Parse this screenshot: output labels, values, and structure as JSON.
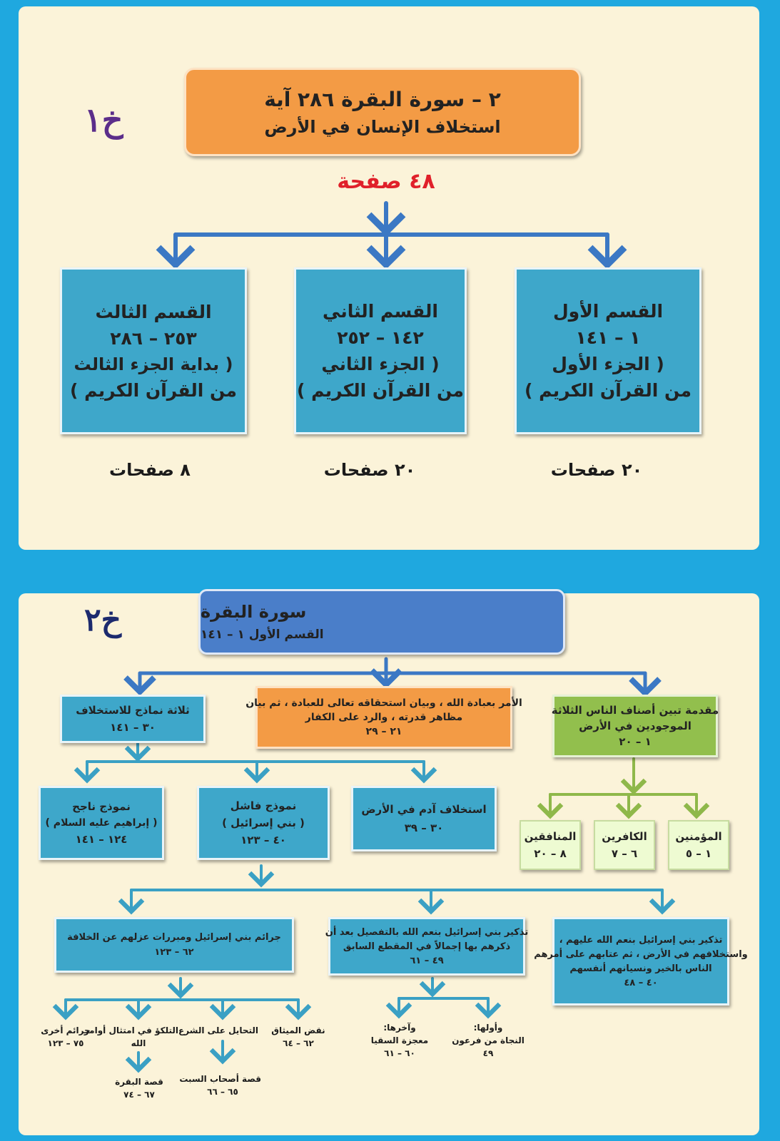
{
  "chart1": {
    "tag": "خ١",
    "title_line1": "٢ – سورة البقرة ٢٨٦ آية",
    "title_line2": "استخلاف الإنسان في الأرض",
    "pages_total": "٤٨ صفحة",
    "sections": [
      {
        "name": "القسم الأول",
        "range": "١ – ١٤١",
        "part": "( الجزء الأول",
        "quran": "من القرآن الكريم )",
        "pages": "٢٠ صفحات"
      },
      {
        "name": "القسم الثاني",
        "range": "١٤٢ – ٢٥٢",
        "part": "( الجزء الثاني",
        "quran": "من القرآن الكريم )",
        "pages": "٢٠ صفحات"
      },
      {
        "name": "القسم الثالث",
        "range": "٢٥٣ – ٢٨٦",
        "part": "( بداية الجزء الثالث",
        "quran": "من القرآن الكريم )",
        "pages": "٨ صفحات"
      }
    ]
  },
  "chart2": {
    "tag": "خ٢",
    "title_line1": "سورة البقرة",
    "title_line2": "القسم الأول ١ – ١٤١",
    "intro": {
      "line1": "مقدمة تبين أصناف الناس الثلاثة",
      "line2": "الموجودين في الأرض",
      "range": "١ – ٢٠"
    },
    "command": {
      "line1": "الأمر بعبادة الله ، وبيان استحقاقه تعالى للعبادة ، ثم بيان",
      "line2": "مظاهر قدرته ، والرد على الكفار",
      "range": "٢١ – ٢٩"
    },
    "models": {
      "line1": "ثلاثة نماذج للاستخلاف",
      "range": "٣٠ – ١٤١"
    },
    "people": [
      {
        "name": "المؤمنين",
        "range": "١ – ٥"
      },
      {
        "name": "الكافرين",
        "range": "٦ – ٧"
      },
      {
        "name": "المنافقين",
        "range": "٨ – ٢٠"
      }
    ],
    "adam": {
      "line1": "استخلاف آدم في الأرض",
      "range": "٣٠ – ٣٩"
    },
    "failed": {
      "line1": "نموذج فاشل",
      "line2": "( بني إسرائيل )",
      "range": "٤٠ – ١٢٣"
    },
    "success": {
      "line1": "نموذج ناجح",
      "line2": "( إبراهيم عليه السلام )",
      "range": "١٢٤ – ١٤١"
    },
    "remind1": {
      "line1": "تذكير بني إسرائيل بنعم الله عليهم ،",
      "line2": "واستخلافهم في الأرض ، ثم عتابهم على أمرهم",
      "line3": "الناس بالخير ونسيانهم أنفسهم",
      "range": "٤٠ – ٤٨"
    },
    "remind2": {
      "line1": "تذكير بني إسرائيل بنعم الله بالتفصيل بعد أن",
      "line2": "ذكرهم بها إجمالاً في المقطع السابق",
      "range": "٤٩ – ٦١"
    },
    "crimes": {
      "line1": "جرائم بني إسرائيل ومبررات عزلهم عن الخلافة",
      "range": "٦٢ – ١٢٣"
    },
    "first": {
      "line1": "وأولها:",
      "line2": "النجاة من فرعون",
      "range": "٤٩"
    },
    "last": {
      "line1": "وآخرها:",
      "line2": "معجزة السقيا",
      "range": "٦٠ – ٦١"
    },
    "leaves": [
      {
        "line1": "نقض الميثاق",
        "range": "٦٢ – ٦٤"
      },
      {
        "line1": "التحايل على الشرع",
        "range": ""
      },
      {
        "line1": "التلكؤ في امتثال أوامر",
        "line2": "الله",
        "range": ""
      },
      {
        "line1": "جرائم أخرى",
        "range": "٧٥ – ١٢٣"
      }
    ],
    "sabt": {
      "line1": "قصة أصحاب السبت",
      "range": "٦٥ – ٦٦"
    },
    "cow": {
      "line1": "قصة البقرة",
      "range": "٦٧ – ٧٤"
    }
  }
}
